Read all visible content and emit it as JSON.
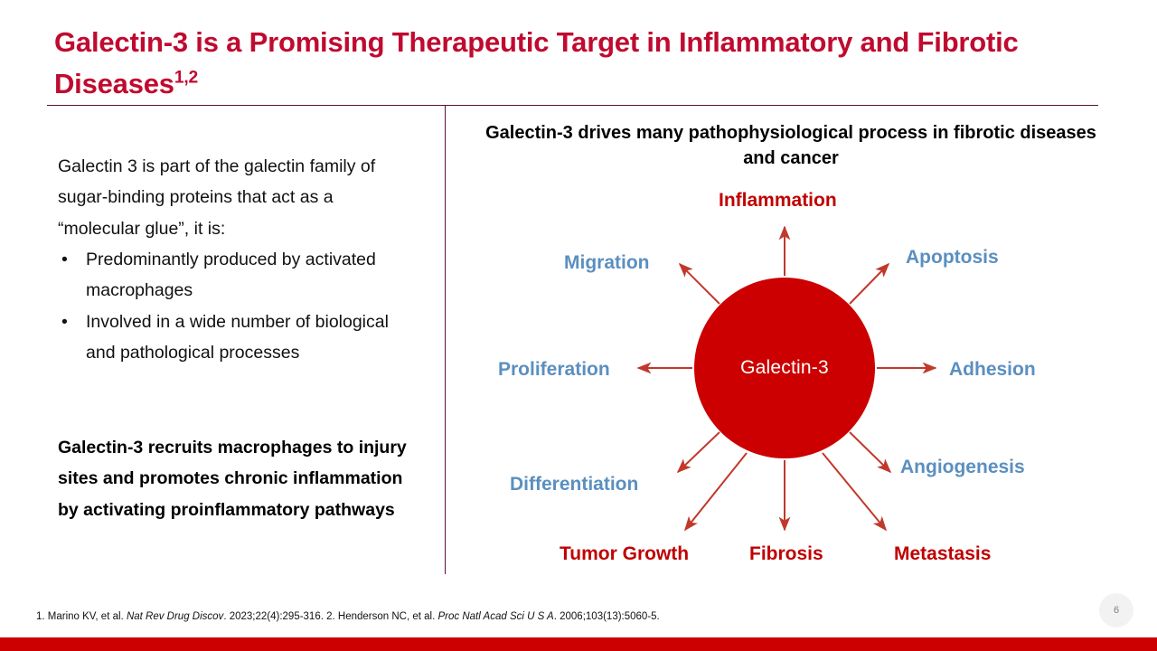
{
  "slide": {
    "title_main": "Galectin-3 is a Promising Therapeutic Target in Inflammatory and Fibrotic Diseases",
    "title_superscript": "1,2",
    "title_color": "#C00A2F",
    "divider_color": "#5B1039",
    "accent_red": "#CC0000",
    "accent_blue": "#5B8FBF",
    "bottom_bar_color": "#CC0000",
    "page_number": "6"
  },
  "left": {
    "intro": "Galectin 3 is part of the galectin family of sugar-binding proteins that act as a “molecular glue”, it is:",
    "bullet_glyph": "•",
    "bullets": [
      "Predominantly produced by activated macrophages",
      "Involved in a wide number of biological and pathological processes"
    ],
    "emphasis": "Galectin-3 recruits macrophages to injury sites and promotes chronic inflammation by activating proinflammatory pathways"
  },
  "right": {
    "heading": "Galectin-3 drives many pathophysiological process in fibrotic diseases and cancer",
    "hub_label": "Galectin-3",
    "nodes": [
      {
        "label": "Inflammation",
        "color": "red"
      },
      {
        "label": "Apoptosis",
        "color": "blue"
      },
      {
        "label": "Adhesion",
        "color": "blue"
      },
      {
        "label": "Angiogenesis",
        "color": "blue"
      },
      {
        "label": "Metastasis",
        "color": "red"
      },
      {
        "label": "Fibrosis",
        "color": "red"
      },
      {
        "label": "Tumor Growth",
        "color": "red"
      },
      {
        "label": "Differentiation",
        "color": "blue"
      },
      {
        "label": "Proliferation",
        "color": "blue"
      },
      {
        "label": "Migration",
        "color": "blue"
      }
    ]
  },
  "footer": {
    "ref1_prefix": "1. Marino KV, et al. ",
    "ref1_journal": "Nat Rev Drug Discov",
    "ref1_suffix": ". 2023;22(4):295-316.",
    "ref2_prefix": "  2. Henderson NC, et al. ",
    "ref2_journal": "Proc Natl Acad Sci U S A",
    "ref2_suffix": ". 2006;103(13):5060-5."
  }
}
